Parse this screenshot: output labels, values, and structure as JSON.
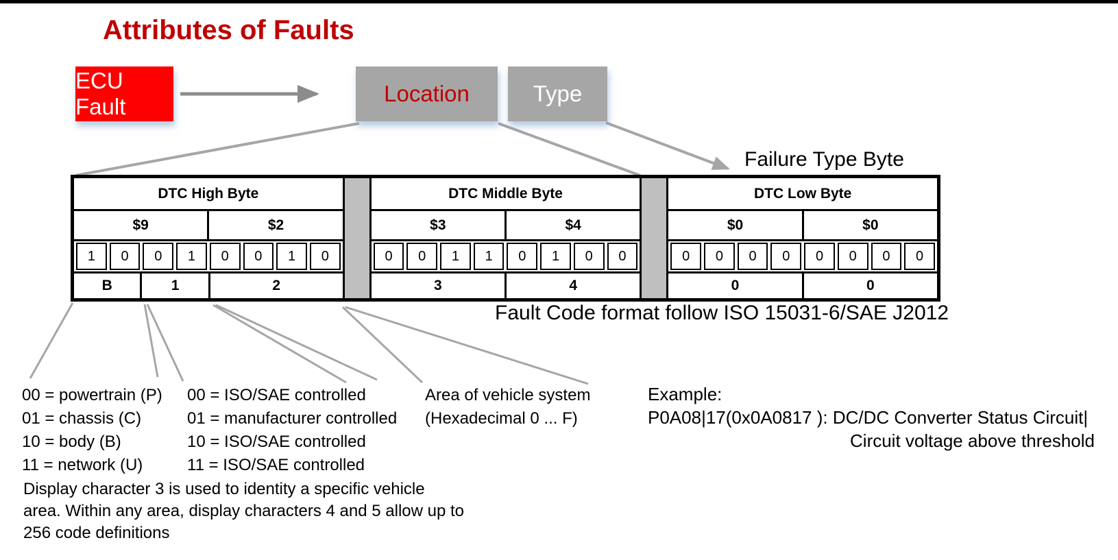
{
  "title": "Attributes of Faults",
  "flow": {
    "ecu": "ECU Fault",
    "location": "Location",
    "type": "Type"
  },
  "captions": {
    "failure_type_byte": "Failure Type Byte",
    "fault_code_format": "Fault Code format follow ISO 15031-6/SAE J2012"
  },
  "dtc_table": {
    "sections": [
      {
        "header": "DTC High Byte",
        "nibbles": [
          "$9",
          "$2"
        ],
        "bits": [
          "1",
          "0",
          "0",
          "1",
          "0",
          "0",
          "1",
          "0"
        ],
        "chars": [
          {
            "label": "B",
            "span": 2
          },
          {
            "label": "1",
            "span": 2
          },
          {
            "label": "2",
            "span": 4
          }
        ]
      },
      {
        "header": "DTC Middle Byte",
        "nibbles": [
          "$3",
          "$4"
        ],
        "bits": [
          "0",
          "0",
          "1",
          "1",
          "0",
          "1",
          "0",
          "0"
        ],
        "chars": [
          {
            "label": "3",
            "span": 4
          },
          {
            "label": "4",
            "span": 4
          }
        ]
      },
      {
        "header": "DTC Low Byte",
        "nibbles": [
          "$0",
          "$0"
        ],
        "bits": [
          "0",
          "0",
          "0",
          "0",
          "0",
          "0",
          "0",
          "0"
        ],
        "chars": [
          {
            "label": "0",
            "span": 4
          },
          {
            "label": "0",
            "span": 4
          }
        ]
      }
    ]
  },
  "legends": {
    "system_codes": [
      "00 = powertrain (P)",
      "01 = chassis (C)",
      "10 = body (B)",
      "11 = network (U)"
    ],
    "control_codes": [
      "00 = ISO/SAE controlled",
      "01 = manufacturer controlled",
      "10 = ISO/SAE controlled",
      "11 = ISO/SAE controlled"
    ],
    "vehicle_area": [
      "Area of vehicle system",
      "(Hexadecimal 0 ... F)"
    ]
  },
  "example": {
    "heading": "Example:",
    "code_line": "P0A08|17(0x0A0817 ): DC/DC Converter Status Circuit|",
    "description_line": "Circuit voltage above threshold"
  },
  "note_lines": [
    "Display character 3 is used to identity a specific vehicle",
    "area. Within any area, display characters 4 and 5 allow up to",
    "256 code definitions"
  ],
  "colors": {
    "title_red": "#C00000",
    "ecu_box_red": "#FF0000",
    "flow_box_gray": "#A6A6A6",
    "spacer_gray": "#BFBFBF",
    "connector_gray": "#A6A6A6",
    "arrow_gray": "#8C8C8C"
  }
}
